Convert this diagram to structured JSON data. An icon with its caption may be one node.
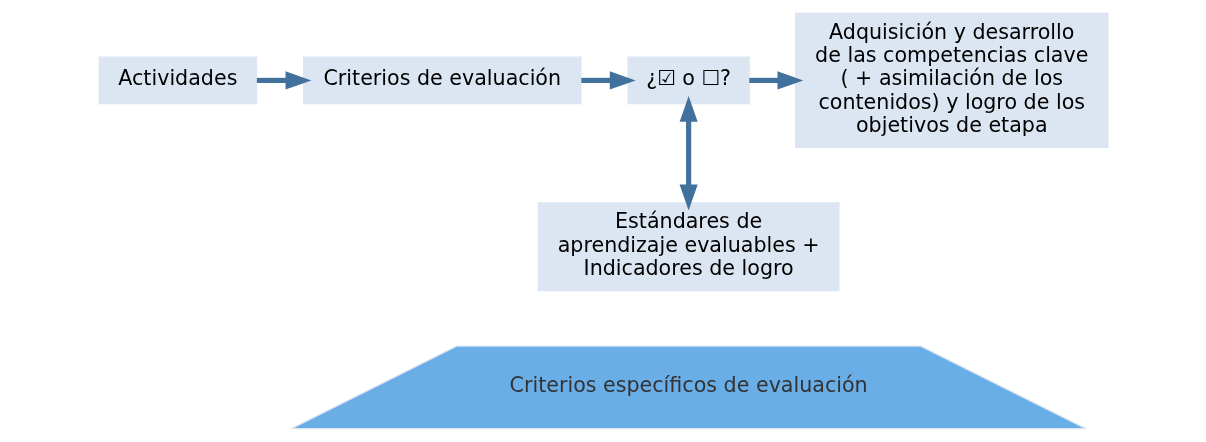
{
  "diagram": {
    "nodes": [
      {
        "text": [
          "Actividades"
        ]
      },
      {
        "text": [
          "Criterios de evaluación"
        ]
      },
      {
        "text": [
          "¿☑ o ☐?"
        ]
      },
      {
        "text": [
          "Adquisición y desarrollo de las competencias clave ( + asimilación de los contenidos) y logro de los objetivos de etapa"
        ]
      },
      {
        "text": [
          "Estándares de aprendizaje evaluables + Indicadores de logro"
        ]
      },
      {
        "text": [
          "Criterios específicos de evaluación"
        ]
      }
    ],
    "edges": [
      {
        "from": 0,
        "to": 1,
        "arrow": "to"
      },
      {
        "from": 1,
        "to": 2,
        "arrow": "to"
      },
      {
        "from": 2,
        "to": 3,
        "arrow": "to"
      },
      {
        "from": 2,
        "to": 4,
        "arrow": "both"
      }
    ]
  }
}
